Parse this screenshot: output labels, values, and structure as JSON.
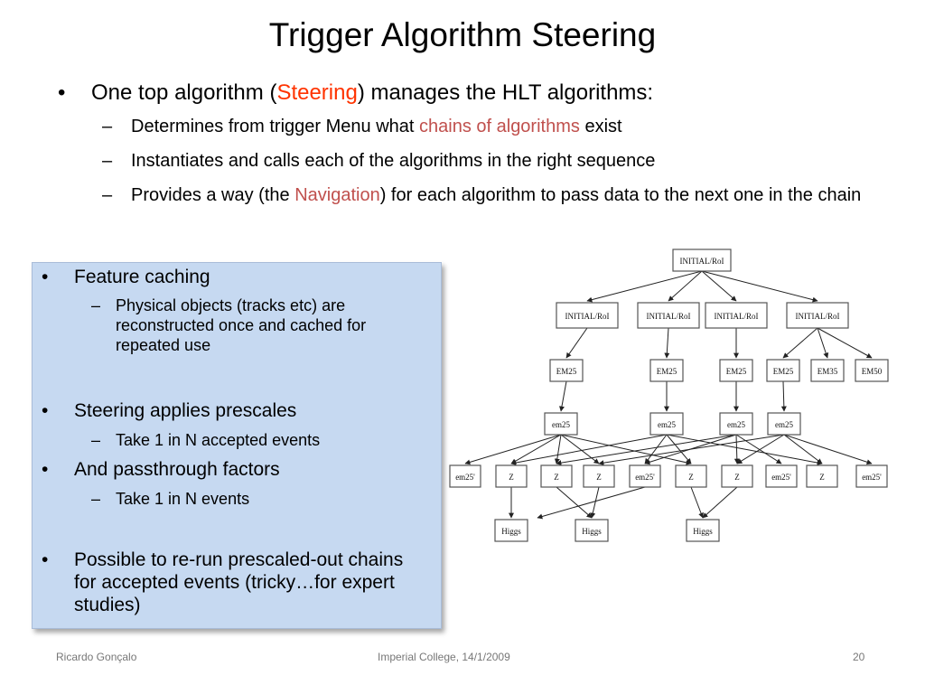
{
  "slide": {
    "title": "Trigger Algorithm Steering",
    "main_bullet": {
      "pre": "One top algorithm (",
      "highlight": "Steering",
      "post": ") manages the HLT algorithms:"
    },
    "sub_bullets": [
      {
        "pre": "Determines from trigger Menu what ",
        "highlight": "chains of algorithms",
        "post": " exist"
      },
      {
        "pre": "Instantiates and calls each of the algorithms in the right sequence",
        "highlight": "",
        "post": ""
      },
      {
        "pre": "Provides a way (the ",
        "highlight": "Navigation",
        "post": ") for each algorithm to pass data to the next one in the chain"
      }
    ]
  },
  "box": {
    "items": [
      {
        "text": "Feature caching"
      },
      {
        "text": "Physical objects (tracks etc) are reconstructed once and cached for repeated use"
      },
      {
        "text": "Steering applies prescales"
      },
      {
        "text": "Take 1 in N accepted events"
      },
      {
        "text": "And passthrough factors"
      },
      {
        "text": "Take 1 in N events"
      },
      {
        "text": "Possible to re-run prescaled-out chains for accepted events (tricky…for expert studies)"
      }
    ]
  },
  "diagram": {
    "nodes": {
      "root": "INITIAL/RoI",
      "rois": [
        "INITIAL/RoI",
        "INITIAL/RoI",
        "INITIAL/RoI",
        "INITIAL/RoI"
      ],
      "l2": [
        "EM25",
        "EM25",
        "EM25",
        "EM25",
        "EM35",
        "EM50"
      ],
      "l3": [
        "em25",
        "em25",
        "em25",
        "em25"
      ],
      "l4": [
        "em25'",
        "Z",
        "Z",
        "Z",
        "em25'",
        "Z",
        "Z",
        "em25'",
        "Z",
        "em25'"
      ],
      "l5": [
        "Higgs",
        "Higgs",
        "Higgs"
      ]
    }
  },
  "footer": {
    "author": "Ricardo Gonçalo",
    "venue": "Imperial College, 14/1/2009",
    "page": "20"
  }
}
